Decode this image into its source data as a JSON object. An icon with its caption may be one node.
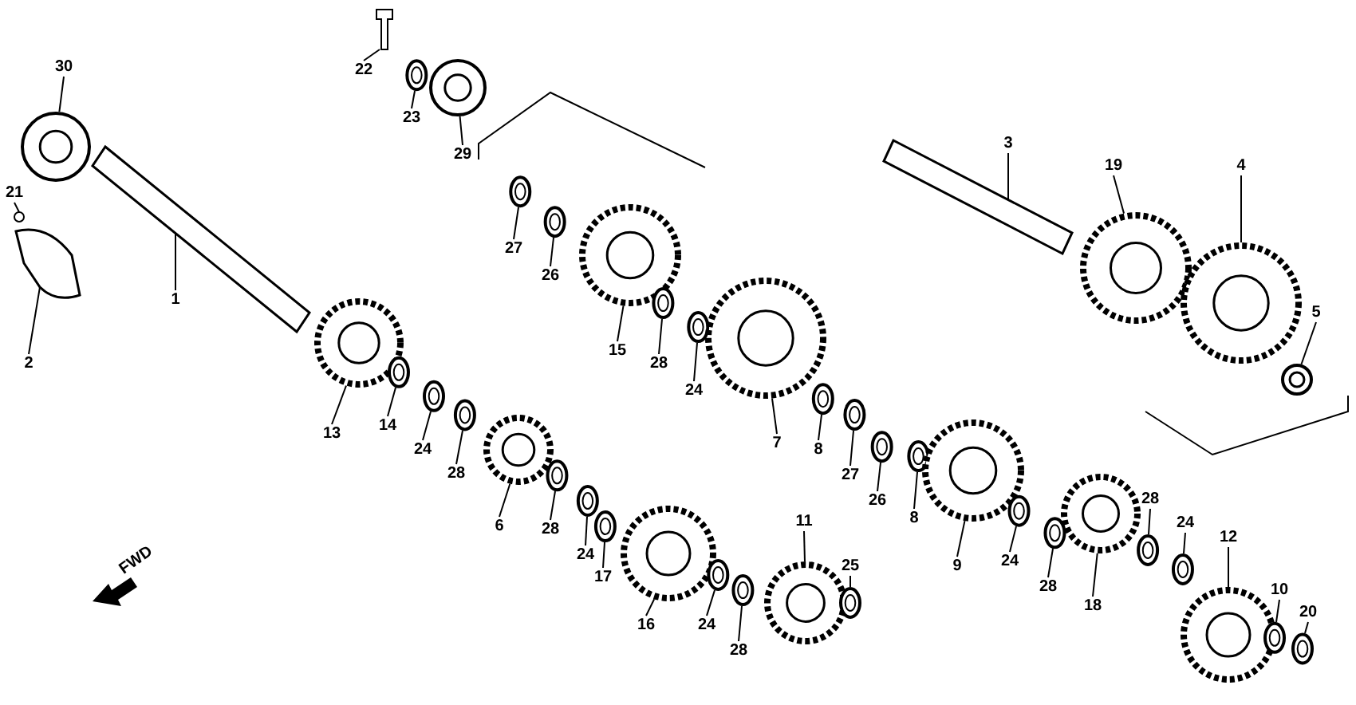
{
  "diagram": {
    "nodes": [
      {
        "text": [
          "30"
        ]
      },
      {
        "text": [
          "21"
        ]
      },
      {
        "text": [
          "2"
        ]
      },
      {
        "text": [
          "1"
        ]
      },
      {
        "text": [
          "13"
        ]
      },
      {
        "text": [
          "14"
        ]
      },
      {
        "text": [
          "24"
        ]
      },
      {
        "text": [
          "28"
        ]
      },
      {
        "text": [
          "6"
        ]
      },
      {
        "text": [
          "28"
        ]
      },
      {
        "text": [
          "24"
        ]
      },
      {
        "text": [
          "17"
        ]
      },
      {
        "text": [
          "16"
        ]
      },
      {
        "text": [
          "24"
        ]
      },
      {
        "text": [
          "28"
        ]
      },
      {
        "text": [
          "11"
        ]
      },
      {
        "text": [
          "25"
        ]
      },
      {
        "text": [
          "27"
        ]
      },
      {
        "text": [
          "26"
        ]
      },
      {
        "text": [
          "15"
        ]
      },
      {
        "text": [
          "28"
        ]
      },
      {
        "text": [
          "24"
        ]
      },
      {
        "text": [
          "7"
        ]
      },
      {
        "text": [
          "8"
        ]
      },
      {
        "text": [
          "27"
        ]
      },
      {
        "text": [
          "26"
        ]
      },
      {
        "text": [
          "8"
        ]
      },
      {
        "text": [
          "9"
        ]
      },
      {
        "text": [
          "24"
        ]
      },
      {
        "text": [
          "28"
        ]
      },
      {
        "text": [
          "18"
        ]
      },
      {
        "text": [
          "28"
        ]
      },
      {
        "text": [
          "24"
        ]
      },
      {
        "text": [
          "12"
        ]
      },
      {
        "text": [
          "10"
        ]
      },
      {
        "text": [
          "20"
        ]
      },
      {
        "text": [
          "22"
        ]
      },
      {
        "text": [
          "23"
        ]
      },
      {
        "text": [
          "29"
        ]
      },
      {
        "text": [
          "3"
        ]
      },
      {
        "text": [
          "19"
        ]
      },
      {
        "text": [
          "4"
        ]
      },
      {
        "text": [
          "5"
        ]
      },
      {
        "text": [],
        "shape": "picture"
      },
      {
        "text": [],
        "shape": "circle"
      },
      {
        "text": [],
        "shape": "picture"
      },
      {
        "text": [],
        "shape": "picture"
      },
      {
        "text": [],
        "shape": "picture"
      },
      {
        "text": [],
        "shape": "picture"
      },
      {
        "text": [],
        "shape": "picture"
      },
      {
        "text": [],
        "shape": "picture"
      },
      {
        "text": [],
        "shape": "picture"
      },
      {
        "text": [],
        "shape": "picture"
      },
      {
        "text": [],
        "shape": "picture"
      },
      {
        "text": [],
        "shape": "picture"
      },
      {
        "text": [],
        "shape": "picture"
      },
      {
        "text": [],
        "shape": "picture"
      },
      {
        "text": [],
        "shape": "picture"
      },
      {
        "text": [],
        "shape": "picture"
      },
      {
        "text": [],
        "shape": "picture"
      },
      {
        "text": [],
        "shape": "picture"
      },
      {
        "text": [],
        "shape": "picture"
      },
      {
        "text": [],
        "shape": "picture"
      },
      {
        "text": [],
        "shape": "picture"
      },
      {
        "text": [],
        "shape": "picture"
      },
      {
        "text": [],
        "shape": "picture"
      },
      {
        "text": [],
        "shape": "picture"
      },
      {
        "text": [],
        "shape": "picture"
      },
      {
        "text": [],
        "shape": "picture"
      },
      {
        "text": [],
        "shape": "picture"
      },
      {
        "text": [],
        "shape": "picture"
      },
      {
        "text": [],
        "shape": "picture"
      },
      {
        "text": [],
        "shape": "picture"
      },
      {
        "text": [],
        "shape": "picture"
      },
      {
        "text": [],
        "shape": "picture"
      },
      {
        "text": [],
        "shape": "picture"
      },
      {
        "text": [],
        "shape": "picture"
      },
      {
        "text": [],
        "shape": "picture"
      },
      {
        "text": [],
        "shape": "picture"
      },
      {
        "text": [],
        "shape": "picture"
      },
      {
        "text": [],
        "shape": "picture"
      },
      {
        "text": [],
        "shape": "picture"
      },
      {
        "text": [],
        "shape": "picture"
      },
      {
        "text": [],
        "shape": "picture"
      },
      {
        "text": [],
        "shape": "picture"
      },
      {
        "text": [],
        "shape": "picture"
      }
    ],
    "edges": [
      {
        "from": 0,
        "to": 43,
        "arrow": "none"
      },
      {
        "from": 1,
        "to": 44,
        "arrow": "none"
      },
      {
        "from": 2,
        "to": 45,
        "arrow": "none"
      },
      {
        "from": 3,
        "to": 46,
        "arrow": "none"
      },
      {
        "from": 4,
        "to": 47,
        "arrow": "none"
      },
      {
        "from": 5,
        "to": 48,
        "arrow": "none"
      },
      {
        "from": 6,
        "to": 49,
        "arrow": "none"
      },
      {
        "from": 7,
        "to": 50,
        "arrow": "none"
      },
      {
        "from": 8,
        "to": 51,
        "arrow": "none"
      },
      {
        "from": 9,
        "to": 52,
        "arrow": "none"
      },
      {
        "from": 10,
        "to": 53,
        "arrow": "none"
      },
      {
        "from": 11,
        "to": 54,
        "arrow": "none"
      },
      {
        "from": 12,
        "to": 55,
        "arrow": "none"
      },
      {
        "from": 13,
        "to": 56,
        "arrow": "none"
      },
      {
        "from": 14,
        "to": 57,
        "arrow": "none"
      },
      {
        "from": 15,
        "to": 58,
        "arrow": "none"
      },
      {
        "from": 16,
        "to": 59,
        "arrow": "none"
      },
      {
        "from": 17,
        "to": 60,
        "arrow": "none"
      },
      {
        "from": 18,
        "to": 61,
        "arrow": "none"
      },
      {
        "from": 19,
        "to": 62,
        "arrow": "none"
      },
      {
        "from": 20,
        "to": 63,
        "arrow": "none"
      },
      {
        "from": 21,
        "to": 64,
        "arrow": "none"
      },
      {
        "from": 22,
        "to": 65,
        "arrow": "none"
      },
      {
        "from": 23,
        "to": 66,
        "arrow": "none"
      },
      {
        "from": 24,
        "to": 67,
        "arrow": "none"
      },
      {
        "from": 25,
        "to": 68,
        "arrow": "none"
      },
      {
        "from": 26,
        "to": 69,
        "arrow": "none"
      },
      {
        "from": 27,
        "to": 70,
        "arrow": "none"
      },
      {
        "from": 28,
        "to": 71,
        "arrow": "none"
      },
      {
        "from": 29,
        "to": 72,
        "arrow": "none"
      },
      {
        "from": 30,
        "to": 73,
        "arrow": "none"
      },
      {
        "from": 31,
        "to": 74,
        "arrow": "none"
      },
      {
        "from": 32,
        "to": 75,
        "arrow": "none"
      },
      {
        "from": 33,
        "to": 76,
        "arrow": "none"
      },
      {
        "from": 34,
        "to": 77,
        "arrow": "none"
      },
      {
        "from": 35,
        "to": 78,
        "arrow": "none"
      },
      {
        "from": 36,
        "to": 79,
        "arrow": "none"
      },
      {
        "from": 37,
        "to": 80,
        "arrow": "none"
      },
      {
        "from": 38,
        "to": 81,
        "arrow": "none"
      },
      {
        "from": 39,
        "to": 82,
        "arrow": "none"
      },
      {
        "from": 40,
        "to": 83,
        "arrow": "none"
      },
      {
        "from": 41,
        "to": 84,
        "arrow": "none"
      },
      {
        "from": 42,
        "to": 85,
        "arrow": "none"
      }
    ],
    "labels": [
      "FWD"
    ]
  }
}
